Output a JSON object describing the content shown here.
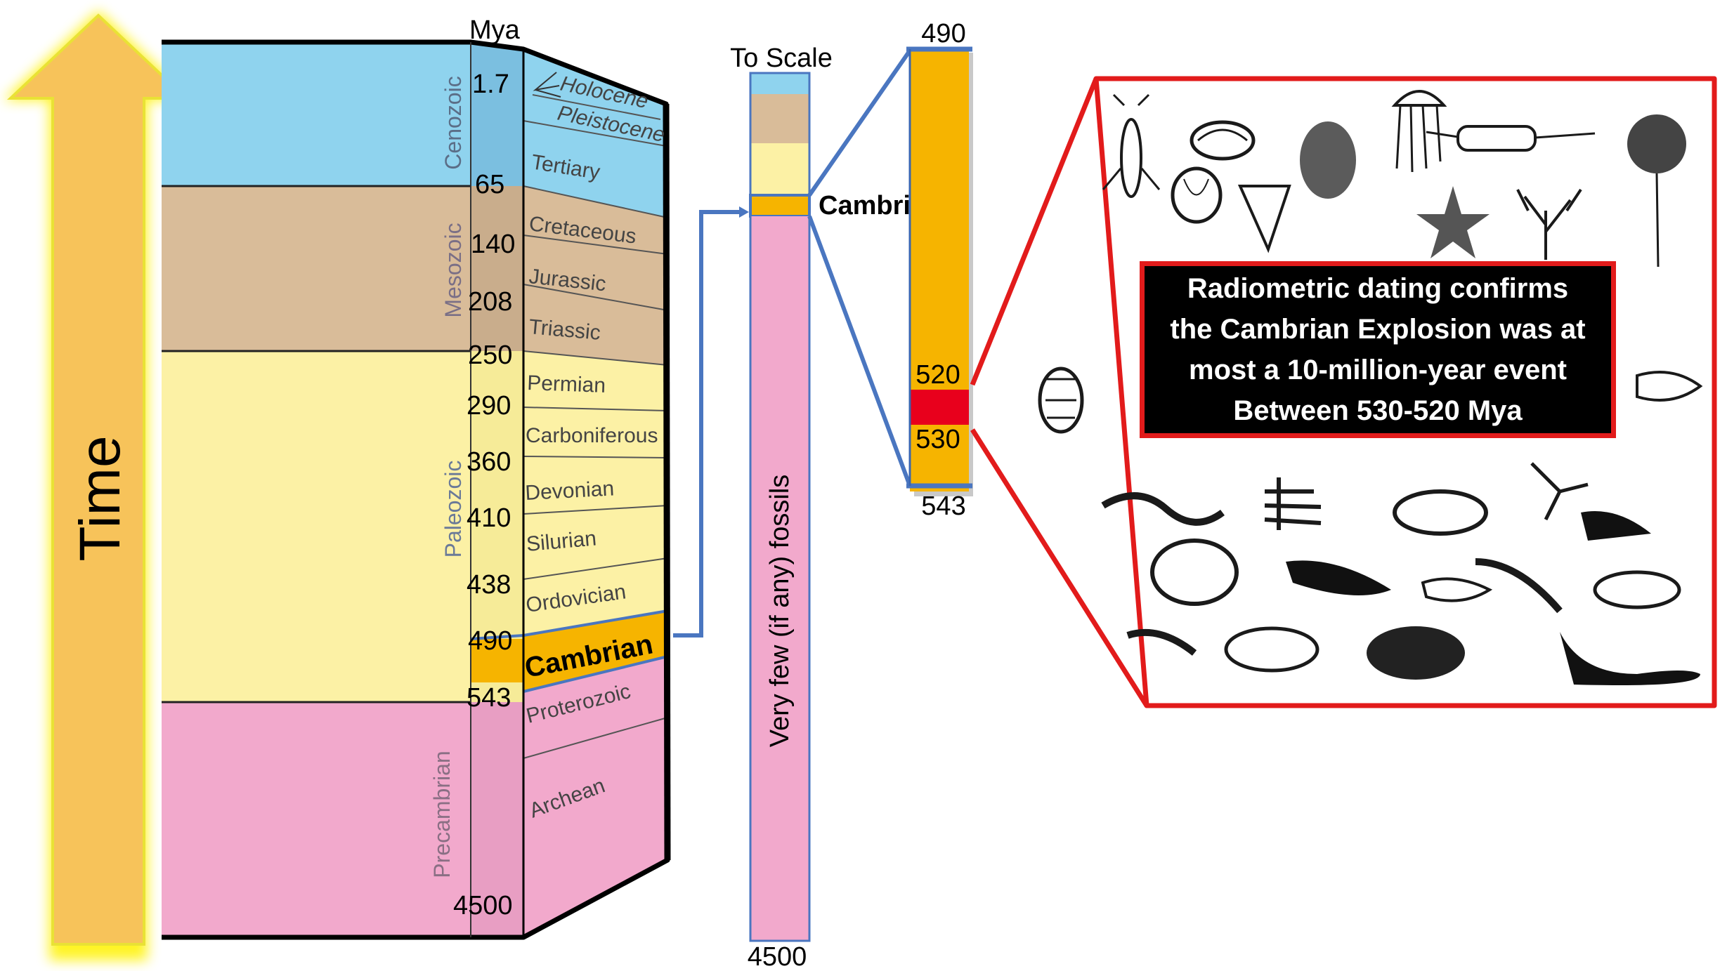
{
  "time_arrow": {
    "label": "Time",
    "colors": {
      "fill": "#f7c35a",
      "glow": "#fff200"
    }
  },
  "column": {
    "mya_header": "Mya",
    "eras": [
      {
        "id": "cenozoic",
        "label": "Cenozoic",
        "color": "#8fd3ee"
      },
      {
        "id": "mesozoic",
        "label": "Mesozoic",
        "color": "#d9bc99"
      },
      {
        "id": "paleozoic",
        "label": "Paleozoic",
        "color": "#fcf1a5"
      },
      {
        "id": "precambrian",
        "label": "Precambrian",
        "color": "#f2a9cc"
      }
    ],
    "ticks": [
      "1.7",
      "65",
      "140",
      "208",
      "250",
      "290",
      "360",
      "410",
      "438",
      "490",
      "543",
      "4500"
    ],
    "periods": [
      "Holocene",
      "Pleistocene",
      "Tertiary",
      "Cretaceous",
      "Jurassic",
      "Triassic",
      "Permian",
      "Carboniferous",
      "Devonian",
      "Silurian",
      "Ordovician",
      "Cambrian",
      "Proterozoic",
      "Archean"
    ],
    "highlight_color": "#f6b400"
  },
  "scale_bar": {
    "title": "To Scale",
    "vertical_label": "Very few (if any) fossils",
    "bottom_label": "4500",
    "cambrian_label": "Cambrian"
  },
  "zoom_bar": {
    "labels": [
      "490",
      "520",
      "530",
      "543"
    ],
    "explosion_color": "#e8001c"
  },
  "callout": {
    "lines": [
      "Radiometric dating confirms",
      "the Cambrian Explosion was at",
      "most a 10-million-year event",
      "Between 530-520 Mya"
    ]
  },
  "fossil_panel": {
    "icon": "cambrian-fauna-illustration",
    "border_color": "#e21b1b"
  }
}
